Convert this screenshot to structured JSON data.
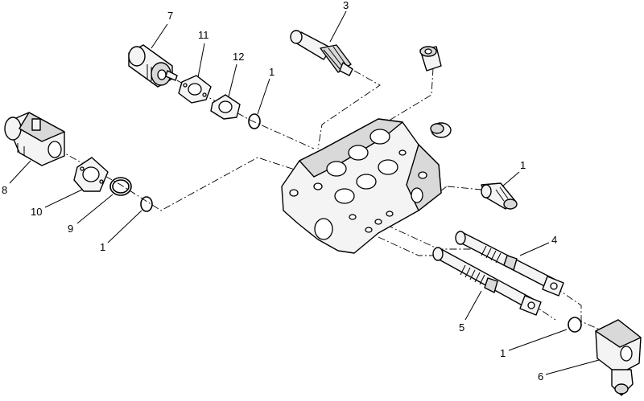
{
  "callouts": {
    "c7": "7",
    "c11": "11",
    "c12": "12",
    "c3": "3",
    "c1_top": "1",
    "c8": "8",
    "c10": "10",
    "c9": "9",
    "c1_left": "1",
    "c1_right": "1",
    "c4": "4",
    "c5": "5",
    "c1_bottom": "1",
    "c6": "6"
  }
}
